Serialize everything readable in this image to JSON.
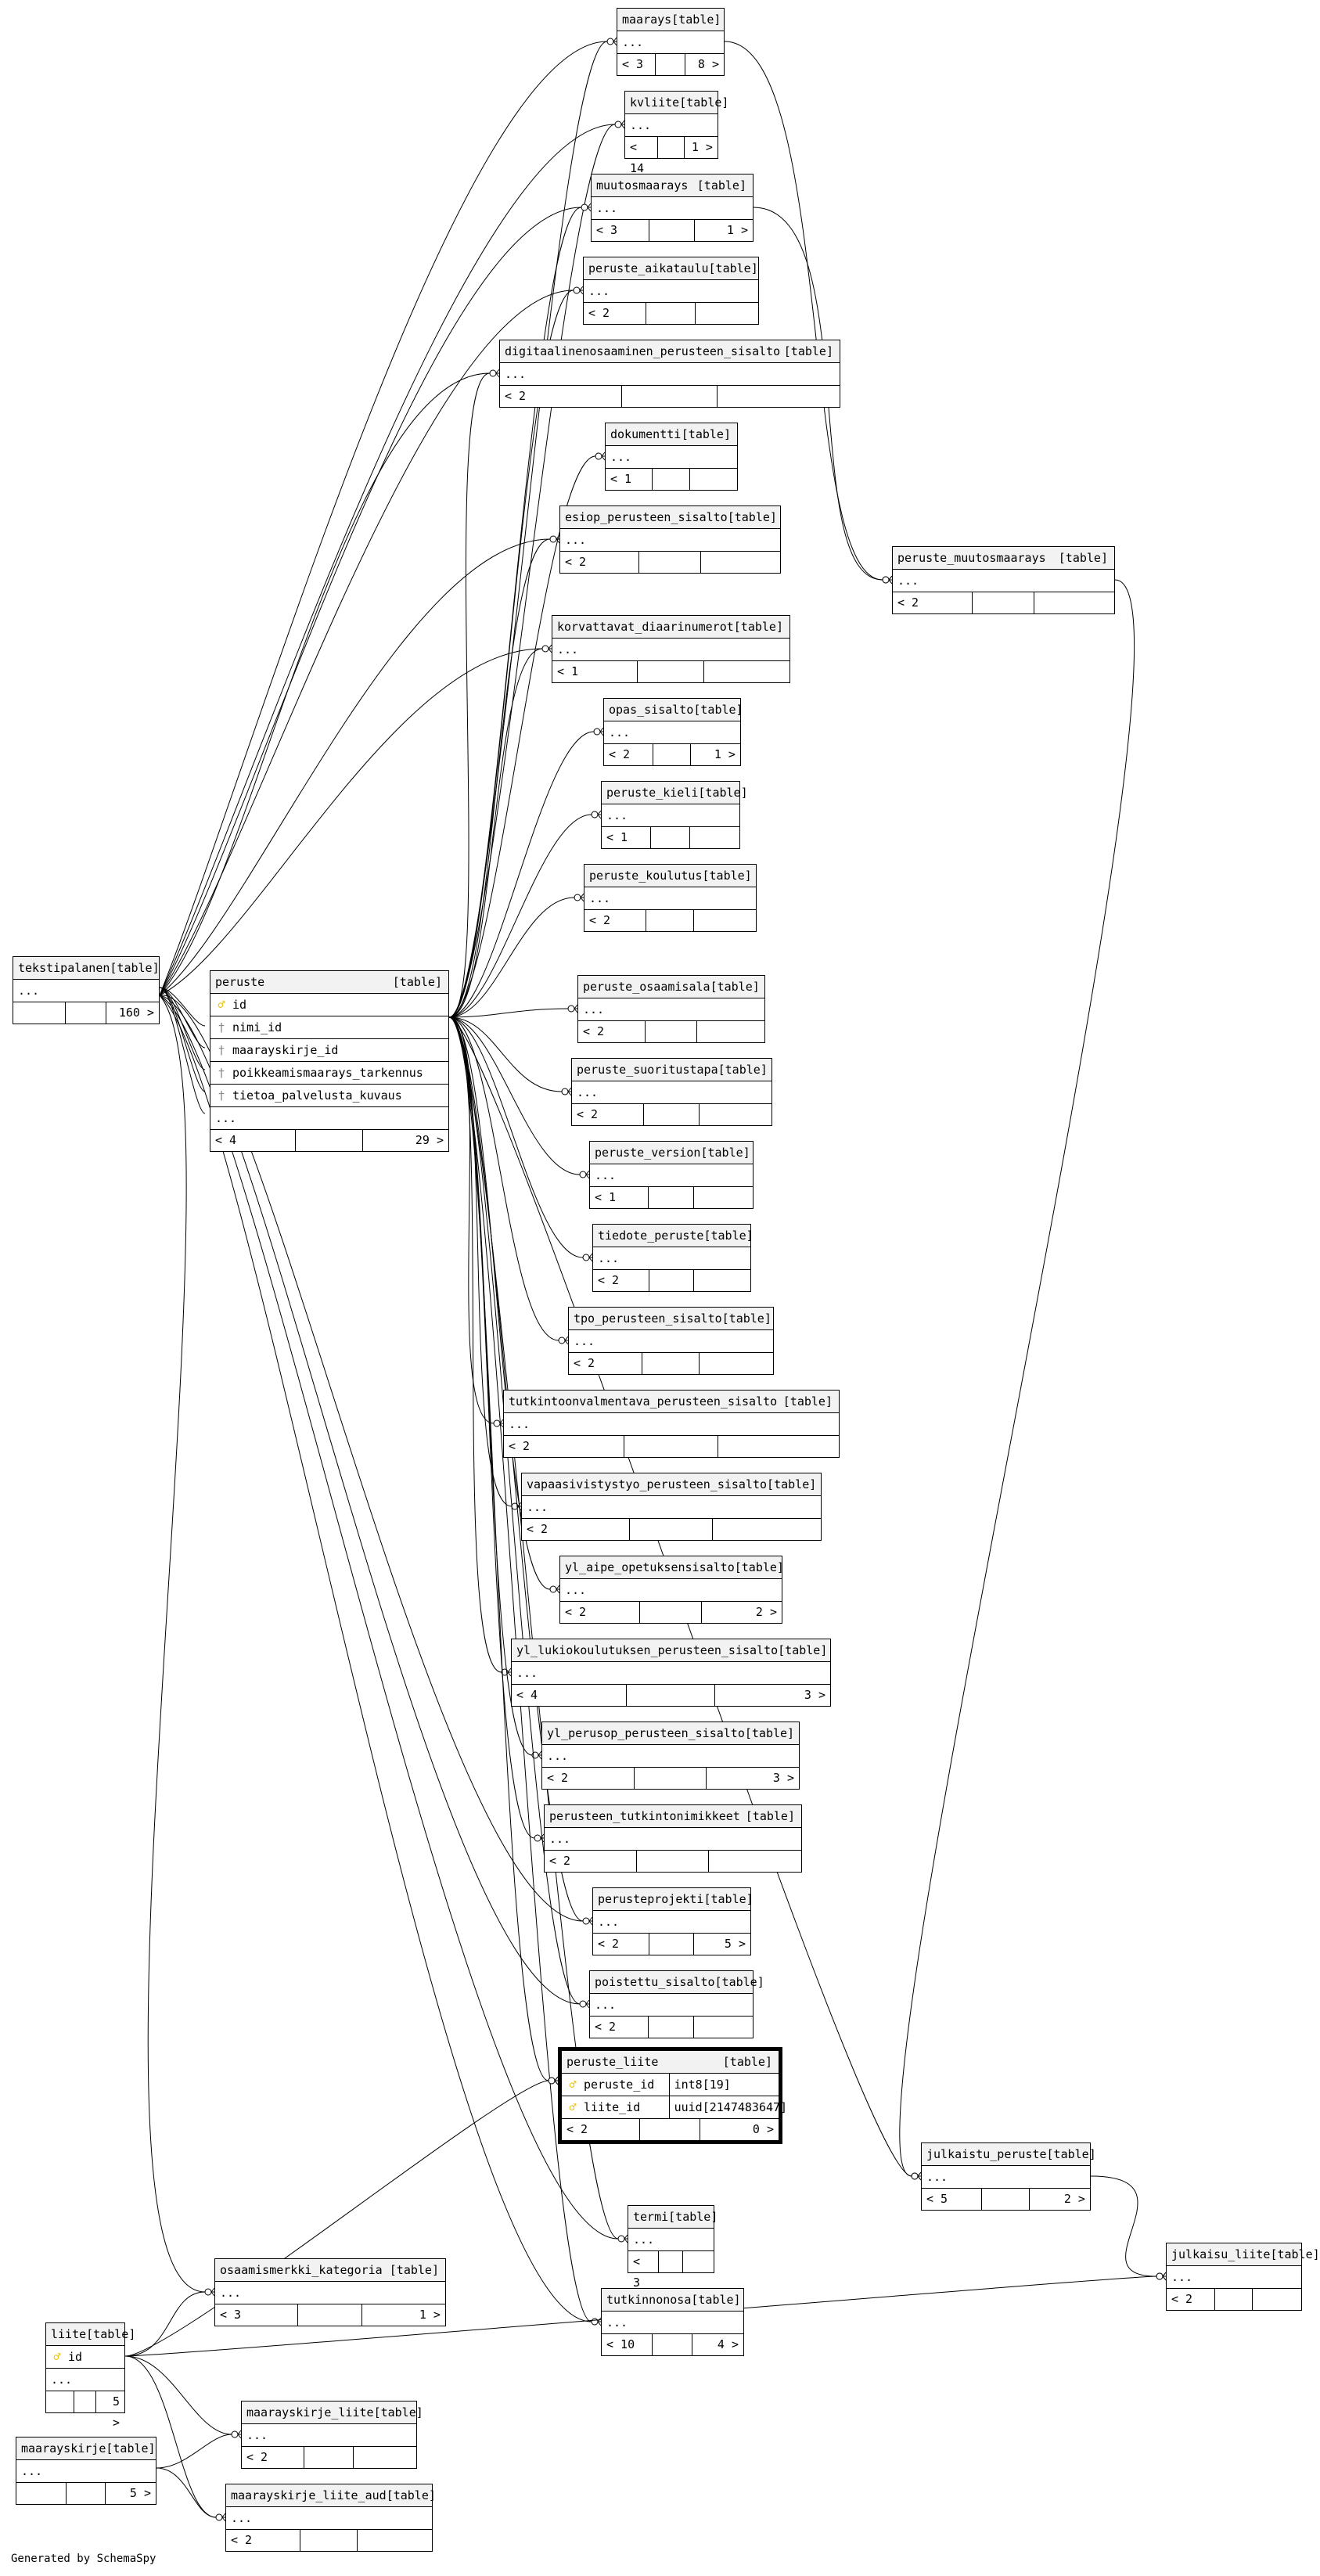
{
  "credit": "Generated by SchemaSpy",
  "more": "...",
  "table_tag": "[table]",
  "tables": [
    {
      "id": "maarays",
      "name": "maarays",
      "cols": [],
      "foot": [
        "< 3",
        "",
        "8 >"
      ]
    },
    {
      "id": "kvliite",
      "name": "kvliite",
      "cols": [],
      "foot": [
        "< 14",
        "",
        "1 >"
      ]
    },
    {
      "id": "muutosmaarays",
      "name": "muutosmaarays",
      "cols": [],
      "foot": [
        "< 3",
        "",
        "1 >"
      ]
    },
    {
      "id": "peruste_aikataulu",
      "name": "peruste_aikataulu",
      "cols": [],
      "foot": [
        "< 2",
        "",
        ""
      ]
    },
    {
      "id": "digitaalinenosaaminen",
      "name": "digitaalinenosaaminen_perusteen_sisalto",
      "cols": [],
      "foot": [
        "< 2",
        "",
        ""
      ]
    },
    {
      "id": "dokumentti",
      "name": "dokumentti",
      "cols": [],
      "foot": [
        "< 1",
        "",
        ""
      ]
    },
    {
      "id": "esiop",
      "name": "esiop_perusteen_sisalto",
      "cols": [],
      "foot": [
        "< 2",
        "",
        ""
      ]
    },
    {
      "id": "peruste_muutosmaarays",
      "name": "peruste_muutosmaarays",
      "cols": [],
      "foot": [
        "< 2",
        "",
        ""
      ]
    },
    {
      "id": "korvattavat",
      "name": "korvattavat_diaarinumerot",
      "cols": [],
      "foot": [
        "< 1",
        "",
        ""
      ]
    },
    {
      "id": "opas_sisalto",
      "name": "opas_sisalto",
      "cols": [],
      "foot": [
        "< 2",
        "",
        "1 >"
      ]
    },
    {
      "id": "peruste_kieli",
      "name": "peruste_kieli",
      "cols": [],
      "foot": [
        "< 1",
        "",
        ""
      ]
    },
    {
      "id": "peruste_koulutus",
      "name": "peruste_koulutus",
      "cols": [],
      "foot": [
        "< 2",
        "",
        ""
      ]
    },
    {
      "id": "tekstipalanen",
      "name": "tekstipalanen",
      "cols": [],
      "foot": [
        "",
        "",
        "160 >"
      ]
    },
    {
      "id": "peruste",
      "name": "peruste",
      "cols": [
        {
          "key": "pk",
          "name": "id"
        },
        {
          "key": "fk",
          "name": "nimi_id"
        },
        {
          "key": "fk",
          "name": "maarayskirje_id"
        },
        {
          "key": "fk",
          "name": "poikkeamismaarays_tarkennus"
        },
        {
          "key": "fk",
          "name": "tietoa_palvelusta_kuvaus"
        }
      ],
      "foot": [
        "< 4",
        "",
        "29 >"
      ]
    },
    {
      "id": "peruste_osaamisala",
      "name": "peruste_osaamisala",
      "cols": [],
      "foot": [
        "< 2",
        "",
        ""
      ]
    },
    {
      "id": "peruste_suoritustapa",
      "name": "peruste_suoritustapa",
      "cols": [],
      "foot": [
        "< 2",
        "",
        ""
      ]
    },
    {
      "id": "peruste_version",
      "name": "peruste_version",
      "cols": [],
      "foot": [
        "< 1",
        "",
        ""
      ]
    },
    {
      "id": "tiedote_peruste",
      "name": "tiedote_peruste",
      "cols": [],
      "foot": [
        "< 2",
        "",
        ""
      ]
    },
    {
      "id": "tpo",
      "name": "tpo_perusteen_sisalto",
      "cols": [],
      "foot": [
        "< 2",
        "",
        ""
      ]
    },
    {
      "id": "tutkintoonvalmentava",
      "name": "tutkintoonvalmentava_perusteen_sisalto",
      "cols": [],
      "foot": [
        "< 2",
        "",
        ""
      ]
    },
    {
      "id": "vapaasivistystyo",
      "name": "vapaasivistystyo_perusteen_sisalto",
      "cols": [],
      "foot": [
        "< 2",
        "",
        ""
      ]
    },
    {
      "id": "yl_aipe",
      "name": "yl_aipe_opetuksensisalto",
      "cols": [],
      "foot": [
        "< 2",
        "",
        "2 >"
      ]
    },
    {
      "id": "yl_lukio",
      "name": "yl_lukiokoulutuksen_perusteen_sisalto",
      "cols": [],
      "foot": [
        "< 4",
        "",
        "3 >"
      ]
    },
    {
      "id": "yl_perusop",
      "name": "yl_perusop_perusteen_sisalto",
      "cols": [],
      "foot": [
        "< 2",
        "",
        "3 >"
      ]
    },
    {
      "id": "perusteen_tutkintonimikkeet",
      "name": "perusteen_tutkintonimikkeet",
      "cols": [],
      "foot": [
        "< 2",
        "",
        ""
      ]
    },
    {
      "id": "perusteprojekti",
      "name": "perusteprojekti",
      "cols": [],
      "foot": [
        "< 2",
        "",
        "5 >"
      ]
    },
    {
      "id": "poistettu_sisalto",
      "name": "poistettu_sisalto",
      "cols": [],
      "foot": [
        "< 2",
        "",
        ""
      ]
    },
    {
      "id": "peruste_liite",
      "name": "peruste_liite",
      "cols": [
        {
          "key": "pk",
          "name": "peruste_id",
          "type": "int8[19]"
        },
        {
          "key": "pk",
          "name": "liite_id",
          "type": "uuid[2147483647]"
        }
      ],
      "foot": [
        "< 2",
        "",
        "0 >"
      ]
    },
    {
      "id": "julkaistu_peruste",
      "name": "julkaistu_peruste",
      "cols": [],
      "foot": [
        "< 5",
        "",
        "2 >"
      ]
    },
    {
      "id": "termi",
      "name": "termi",
      "cols": [],
      "foot": [
        "< 3",
        "",
        ""
      ]
    },
    {
      "id": "julkaisu_liite",
      "name": "julkaisu_liite",
      "cols": [],
      "foot": [
        "< 2",
        "",
        ""
      ]
    },
    {
      "id": "tutkinnonosa",
      "name": "tutkinnonosa",
      "cols": [],
      "foot": [
        "< 10",
        "",
        "4 >"
      ]
    },
    {
      "id": "osaamismerkki_kategoria",
      "name": "osaamismerkki_kategoria",
      "cols": [],
      "foot": [
        "< 3",
        "",
        "1 >"
      ]
    },
    {
      "id": "liite",
      "name": "liite",
      "cols": [
        {
          "key": "pk",
          "name": "id"
        }
      ],
      "foot": [
        "",
        "",
        "5 >"
      ]
    },
    {
      "id": "maarayskirje_liite",
      "name": "maarayskirje_liite",
      "cols": [],
      "foot": [
        "< 2",
        "",
        ""
      ]
    },
    {
      "id": "maarayskirje",
      "name": "maarayskirje",
      "cols": [],
      "foot": [
        "",
        "",
        "5 >"
      ]
    },
    {
      "id": "maarayskirje_liite_aud",
      "name": "maarayskirje_liite_aud",
      "cols": [],
      "foot": [
        "< 2",
        "",
        ""
      ]
    }
  ]
}
